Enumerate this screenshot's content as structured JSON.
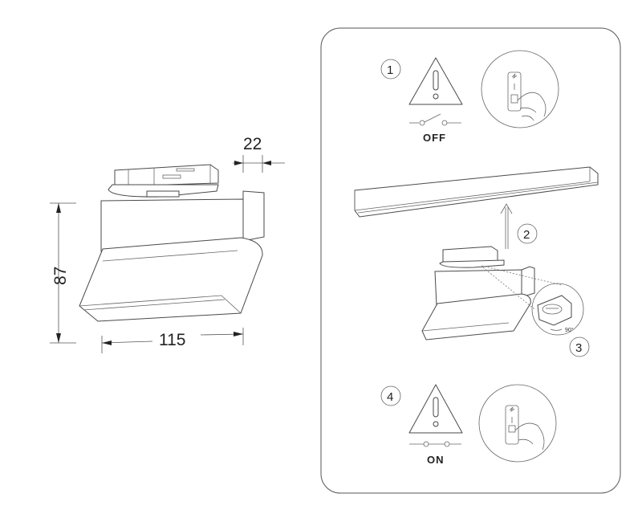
{
  "dimensions": {
    "width": "22",
    "height": "87",
    "length": "115"
  },
  "steps": [
    {
      "number": "1",
      "switch_label": "OFF"
    },
    {
      "number": "2"
    },
    {
      "number": "3",
      "angle_label": "90°"
    },
    {
      "number": "4",
      "switch_label": "ON"
    }
  ]
}
